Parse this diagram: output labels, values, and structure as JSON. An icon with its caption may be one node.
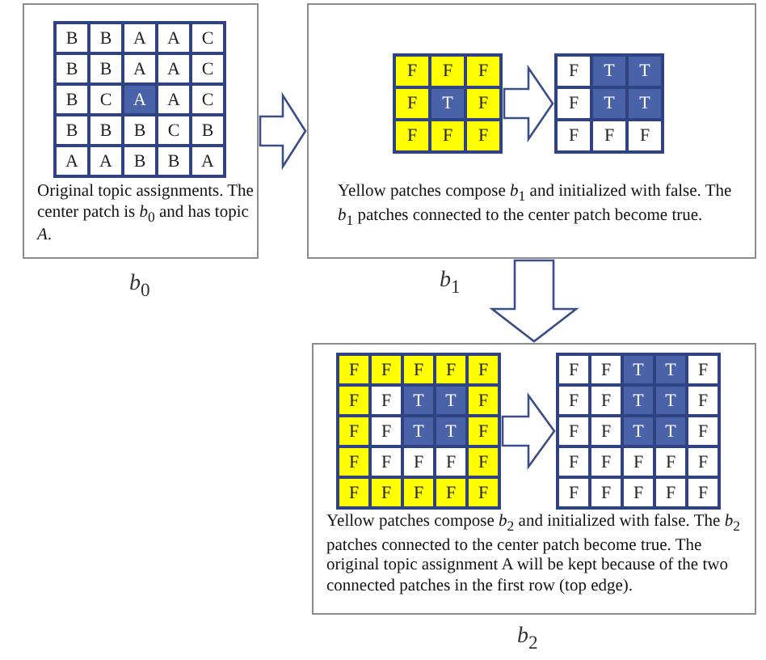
{
  "diagram": {
    "nodes": [
      {
        "text": [
          "Original topic assignments. The center patch is *b*$_{0}$ and has topic *A*."
        ],
        "beside": [
          "*b*$_{0}$"
        ]
      },
      {
        "text": [
          "B",
          "B",
          "A",
          "A",
          "C",
          "B",
          "B",
          "A",
          "A",
          "C",
          "B",
          "C",
          "A",
          "A",
          "C",
          "B",
          "B",
          "B",
          "C",
          "B",
          "A",
          "A",
          "B",
          "B",
          "A"
        ],
        "in": 0
      },
      {
        "text": [
          "Yellow patches compose *b*$_{1}$ and initialized with false. The *b*$_{1}$ patches connected to the center patch become true."
        ],
        "beside": [
          "*b*$_{1}$"
        ]
      },
      {
        "text": [
          "F",
          "F",
          "F",
          "F",
          "T",
          "F",
          "F",
          "F",
          "F"
        ],
        "in": 2
      },
      {
        "text": [
          "F",
          "T",
          "T",
          "F",
          "T",
          "T",
          "F",
          "F",
          "F"
        ],
        "in": 2
      },
      {
        "text": [
          "Yellow patches compose *b*$_{2}$ and initialized with false. The *b*$_{2}$ patches connected to the center patch become true. The original topic assignment A will be kept because of the two connected patches in the first row (top edge)."
        ],
        "beside": [
          "*b*$_{2}$"
        ]
      },
      {
        "text": [
          "F",
          "F",
          "F",
          "F",
          "F",
          "F",
          "F",
          "T",
          "T",
          "F",
          "F",
          "F",
          "T",
          "T",
          "F",
          "F",
          "F",
          "F",
          "F",
          "F",
          "F",
          "F",
          "F",
          "F",
          "F"
        ],
        "in": 5
      },
      {
        "text": [
          "F",
          "F",
          "T",
          "T",
          "F",
          "F",
          "F",
          "T",
          "T",
          "F",
          "F",
          "F",
          "T",
          "T",
          "F",
          "F",
          "F",
          "F",
          "F",
          "F",
          "F",
          "F",
          "F",
          "F",
          "F"
        ],
        "in": 5
      }
    ],
    "edges": [
      {
        "from": 0,
        "to": 2,
        "arrow": "to"
      },
      {
        "from": 2,
        "to": 5,
        "arrow": "to"
      },
      {
        "from": 3,
        "to": 4,
        "arrow": "to"
      },
      {
        "from": 6,
        "to": 7,
        "arrow": "to"
      }
    ]
  }
}
